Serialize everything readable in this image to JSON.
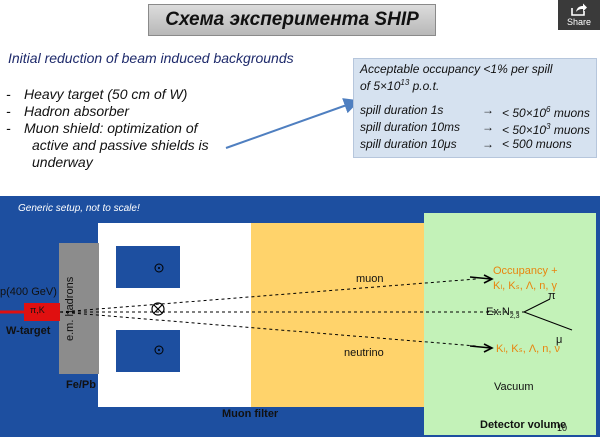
{
  "title": "Схема эксперимента SHIP",
  "share": {
    "label": "Share",
    "icon": "share-icon"
  },
  "intro": "Initial reduction of beam induced backgrounds",
  "bullets": [
    {
      "dash": "-",
      "text": "Heavy target (50 cm of W)"
    },
    {
      "dash": "-",
      "text": "Hadron absorber"
    },
    {
      "dash": "-",
      "text": "Muon shield: optimization of"
    },
    {
      "dash": "",
      "text": "active and passive shields is"
    },
    {
      "dash": "",
      "text": "underway"
    }
  ],
  "occupancy_box": {
    "line1": "Acceptable occupancy <1% per spill",
    "line2_prefix": "of 5×10",
    "line2_exp": "13",
    "line2_suffix": " p.o.t.",
    "rows": [
      {
        "label": "spill duration 1s",
        "arrow": "→",
        "value_prefix": "< 50×10",
        "value_exp": "6",
        "value_suffix": " muons"
      },
      {
        "label": "spill duration 10ms",
        "arrow": "→",
        "value_prefix": "< 50×10",
        "value_exp": "3",
        "value_suffix": " muons"
      },
      {
        "label": "spill duration 10μs",
        "arrow": "→",
        "value_prefix": "< 500 muons",
        "value_exp": "",
        "value_suffix": ""
      }
    ]
  },
  "diagram": {
    "note": "Generic setup, not to scale!",
    "beam": "p(400 GeV)",
    "target_particles": "π,K",
    "target_label": "W-target",
    "absorber_label": "e.m. hadrons",
    "absorber_material": "Fe/Pb",
    "muon_filter_label": "Muon filter",
    "muon_label": "muon",
    "neutrino_label": "neutrino",
    "occupancy_label": "Occupancy +",
    "occupancy_list": "Kₗ, Kₛ, Λ, n, γ",
    "decay_list": "Kₗ, Kₛ, Λ, n, ν",
    "exn_label": "Ex.N",
    "exn_sub": "2,3",
    "pi_label": "π",
    "mu_label": "μ",
    "vacuum_label": "Vacuum",
    "detector_label": "Detector volume",
    "page_number": "10",
    "colors": {
      "background": "#1d4fa0",
      "filter_white": "#ffffff",
      "orange_zone": "#ffd36b",
      "detector": "#c3f2b8",
      "beam_red": "#e01010",
      "label_orange": "#e8850f"
    }
  }
}
